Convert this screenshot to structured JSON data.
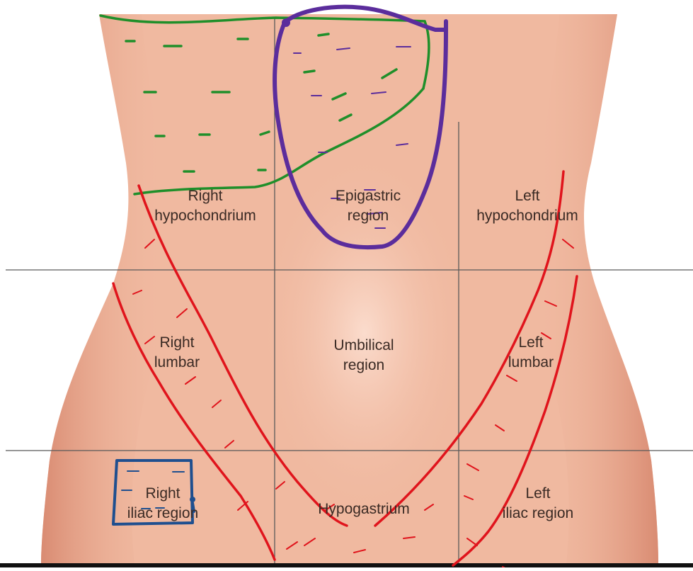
{
  "colors": {
    "background": "#ffffff",
    "skin": "#f0b9a0",
    "skin_shadow": "#dc8f78",
    "skin_highlight": "#f9d4c3",
    "grid_lines": "#5a5a5a",
    "label_text": "#3a2a24",
    "liver_annotation": "#1f8f2a",
    "stomach_annotation": "#5b2d9c",
    "colon_annotation": "#e0141c",
    "appendix_annotation": "#1f4f8f"
  },
  "regions": {
    "right_hypochondrium": {
      "line1": "Right",
      "line2": "hypochondrium"
    },
    "epigastric": {
      "line1": "Epigastric",
      "line2": "region"
    },
    "left_hypochondrium": {
      "line1": "Left",
      "line2": "hypochondrium"
    },
    "right_lumbar": {
      "line1": "Right",
      "line2": "lumbar"
    },
    "umbilical": {
      "line1": "Umbilical",
      "line2": "region"
    },
    "left_lumbar": {
      "line1": "Left",
      "line2": "lumbar"
    },
    "right_iliac": {
      "line1": "Right",
      "line2": "iliac region"
    },
    "hypogastrium": {
      "line1": "Hypogastrium"
    },
    "left_iliac": {
      "line1": "Left",
      "line2": "iliac region"
    }
  }
}
